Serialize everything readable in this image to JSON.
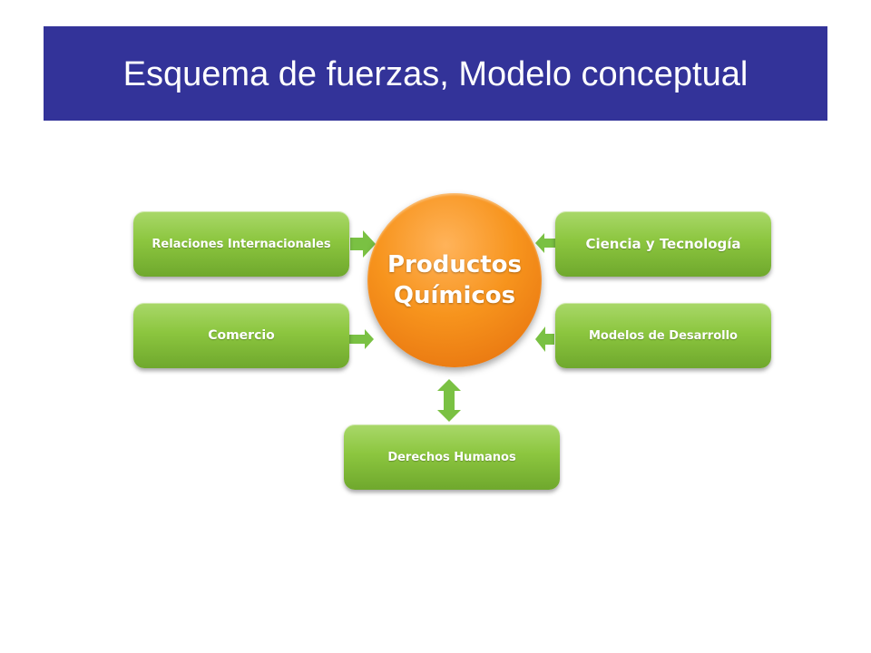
{
  "title": "Esquema de fuerzas, Modelo conceptual",
  "center": {
    "label": "Productos Químicos"
  },
  "boxes": {
    "relaciones": "Relaciones Internacionales",
    "comercio": "Comercio",
    "ciencia": "Ciencia y Tecnología",
    "modelos": "Modelos de Desarrollo",
    "derechos": "Derechos Humanos"
  },
  "colors": {
    "title_bar": "#333399",
    "box_green": "#8cc63f",
    "arrow_green": "#7ac143",
    "center_orange": "#f7941d"
  }
}
